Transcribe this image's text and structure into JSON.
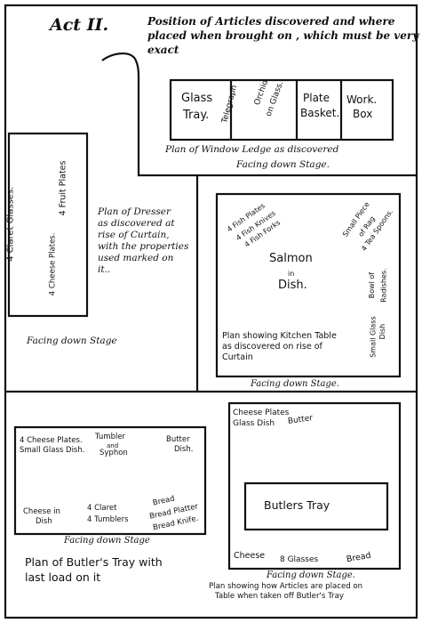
{
  "act_title": "Act II.",
  "header": {
    "line1": "Position of Articles discovered and where",
    "line2": "placed when brought on , which must be very",
    "line3": "exact"
  },
  "window_ledge": {
    "items": [
      "Glass",
      "Tray.",
      "Telegraph",
      "Orchid",
      "on Glass.",
      "Plate",
      "Basket.",
      "Work.",
      "Box"
    ],
    "caption": "Plan of Window Ledge as discovered",
    "facing": "Facing down Stage."
  },
  "dresser": {
    "items": [
      "4 Claret Glasses.",
      "4 Cheese Plates.",
      "4 Fruit Plates"
    ],
    "note": [
      "Plan of Dresser",
      "as discovered at",
      "rise of Curtain,",
      "with the properties",
      "used marked on",
      "it.."
    ],
    "facing": "Facing down Stage"
  },
  "kitchen_table": {
    "items": [
      "4 Fish Plates",
      "4 Fish Knives",
      "4 Fish Forks",
      "Small Piece",
      "of Rag",
      "4 Tea Spoons.",
      "Salmon",
      "in",
      "Dish.",
      "Bowl of",
      "Radishes.",
      "Small Glass",
      "Dish"
    ],
    "caption": [
      "Plan showing Kitchen Table",
      "as discovered on rise of",
      "Curtain"
    ],
    "facing": "Facing down Stage."
  },
  "butlers_tray_last": {
    "items": [
      "4 Cheese Plates.",
      "Small Glass Dish.",
      "Tumbler",
      "and",
      "Syphon",
      "Butter",
      "Dish.",
      "Cheese in",
      "Dish",
      "4 Claret",
      "4 Tumblers",
      "Bread",
      "Bread Platter",
      "Bread Knife."
    ],
    "facing": "Facing down Stage",
    "caption": [
      "Plan of Butler's Tray with",
      "last load on it"
    ]
  },
  "table_after_tray": {
    "items": [
      "Cheese Plates",
      "Glass Dish",
      "Butter",
      "Butlers Tray",
      "Cheese",
      "8 Glasses",
      "Bread"
    ],
    "facing": "Facing down Stage.",
    "caption": [
      "Plan showing how Articles are placed on",
      "Table when taken off Butler's Tray"
    ]
  }
}
